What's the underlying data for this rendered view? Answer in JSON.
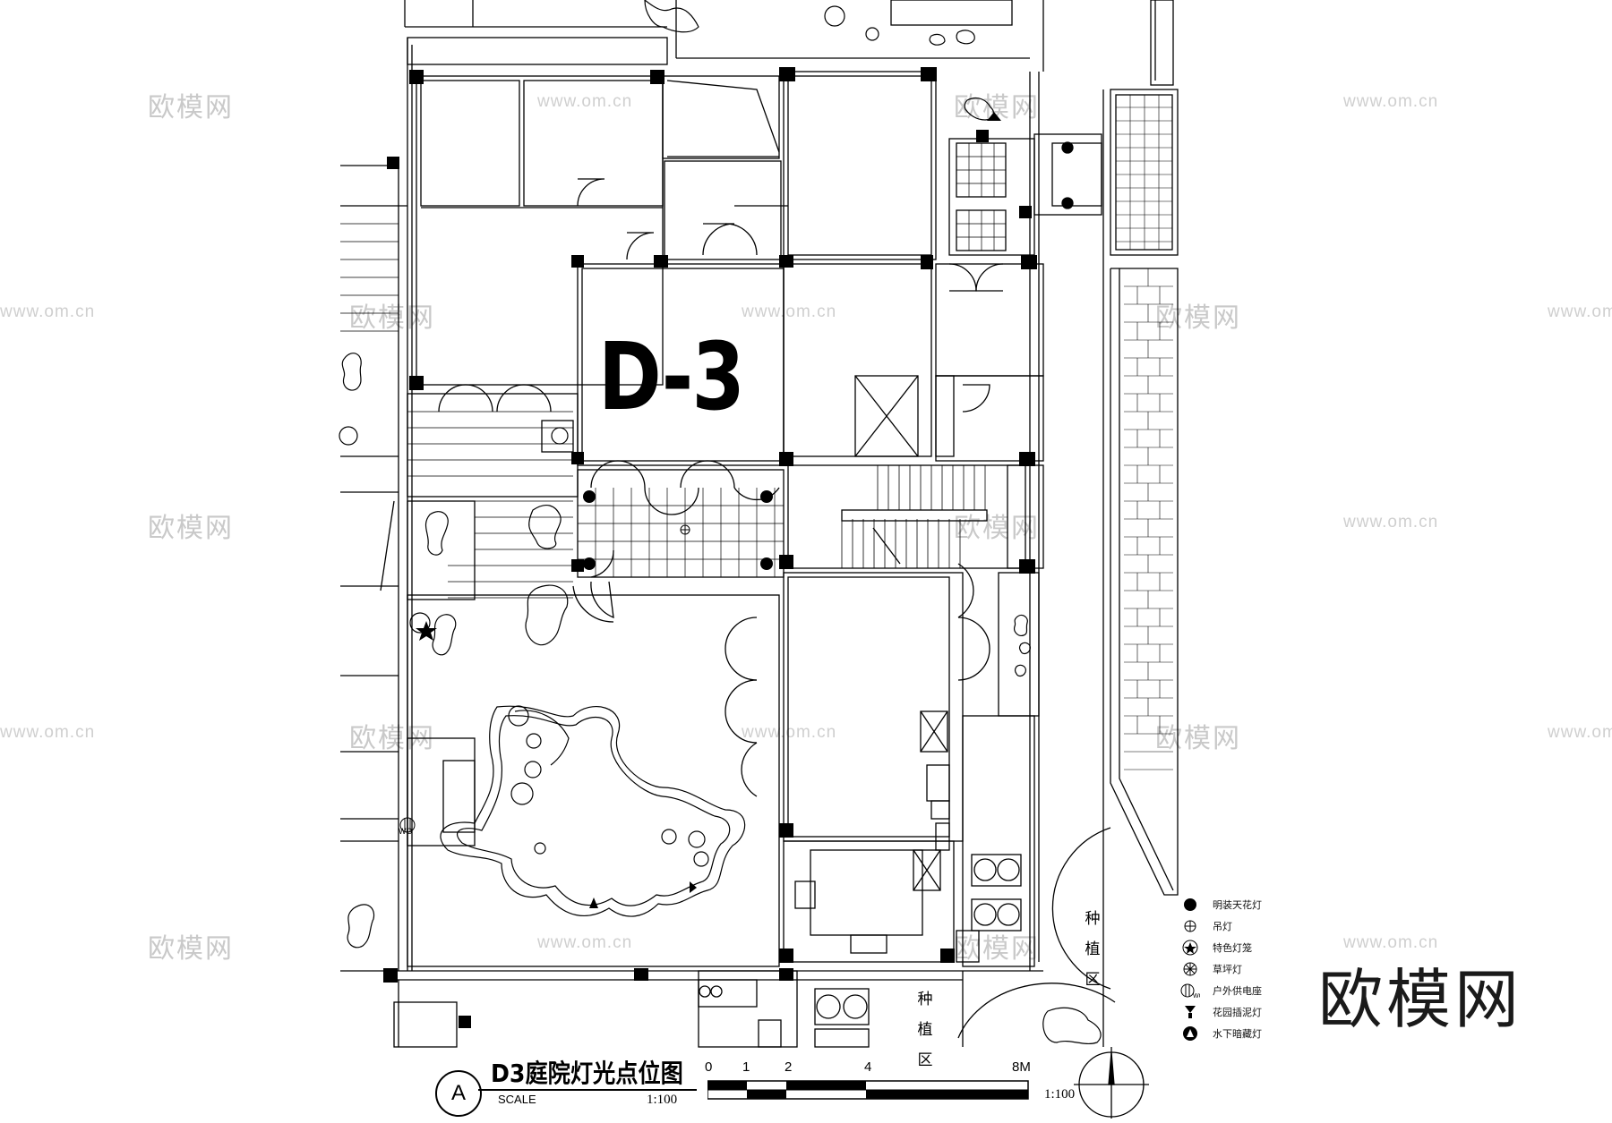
{
  "plan_label": "D-3",
  "title": "D3庭院灯光点位图",
  "circle_mark": "A",
  "scale_word": "SCALE",
  "scale_ratio_left": "1:100",
  "scale_ratio_right": "1:100",
  "scale_ticks": [
    "0",
    "1",
    "2",
    "4",
    "8M"
  ],
  "planting_label_1": "种植区",
  "planting_label_2": "种植区",
  "legend": [
    {
      "icon": "ceiling-light-icon",
      "label": "明装天花灯"
    },
    {
      "icon": "pendant-light-icon",
      "label": "吊灯"
    },
    {
      "icon": "feature-lantern-icon",
      "label": "特色灯笼"
    },
    {
      "icon": "lawn-light-icon",
      "label": "草坪灯"
    },
    {
      "icon": "outdoor-socket-icon",
      "label": "户外供电座"
    },
    {
      "icon": "garden-spike-light-icon",
      "label": "花园插泥灯"
    },
    {
      "icon": "underwater-light-icon",
      "label": "水下暗藏灯"
    }
  ],
  "socket_code": "WO",
  "brand": "欧模网",
  "watermark_cn": "欧模网",
  "watermark_url": "www.om.cn"
}
